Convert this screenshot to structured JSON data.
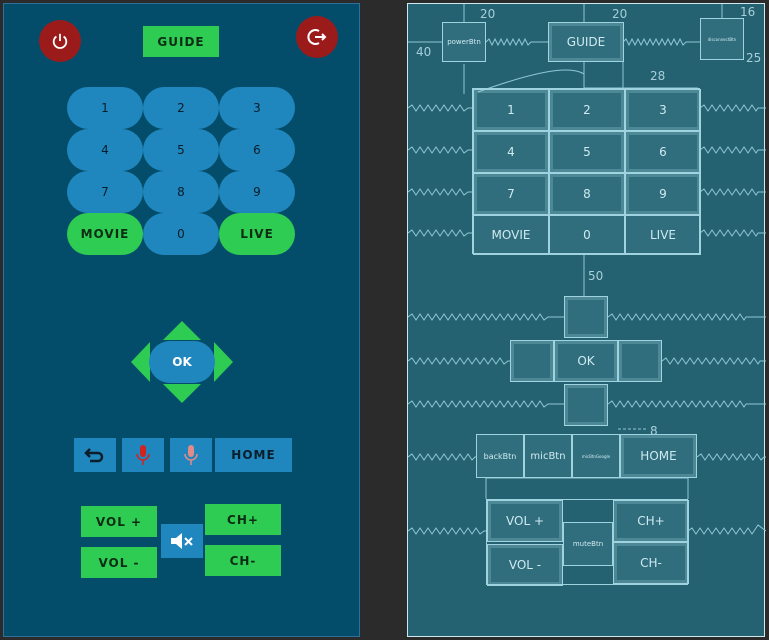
{
  "remote": {
    "guide_label": "GUIDE",
    "keypad": [
      "1",
      "2",
      "3",
      "4",
      "5",
      "6",
      "7",
      "8",
      "9",
      "MOVIE",
      "0",
      "LIVE"
    ],
    "ok_label": "OK",
    "home_label": "HOME",
    "vol_up_label": "VOL +",
    "vol_down_label": "VOL -",
    "ch_up_label": "CH+",
    "ch_down_label": "CH-"
  },
  "blueprint": {
    "power_label": "powerBtn",
    "guide_label": "GUIDE",
    "top_right_label": "disconnectBtn",
    "keypad": [
      "1",
      "2",
      "3",
      "4",
      "5",
      "6",
      "7",
      "8",
      "9",
      "MOVIE",
      "0",
      "LIVE"
    ],
    "ok_label": "OK",
    "back_label": "backBtn",
    "mic_label": "micBtn",
    "mic2_label": "micBtnGoogle",
    "home_label": "HOME",
    "vol_up_label": "VOL +",
    "vol_down_label": "VOL -",
    "mute_label": "muteBtn",
    "ch_up_label": "CH+",
    "ch_down_label": "CH-",
    "dims": {
      "d20a": "20",
      "d20b": "20",
      "d16": "16",
      "d40": "40",
      "d25": "25",
      "d28": "28",
      "d50": "50",
      "d8": "8"
    }
  },
  "colors": {
    "panel_bg": "#034d6b",
    "accent_green": "#2ecc52",
    "accent_blue": "#1f87bd",
    "power_red": "#9b1b1b",
    "blueprint_bg": "#246272"
  },
  "icons": [
    "power-icon",
    "exit-icon",
    "back-arrow-icon",
    "mic-icon",
    "mute-icon",
    "dpad-up-arrow",
    "dpad-down-arrow",
    "dpad-left-arrow",
    "dpad-right-arrow"
  ]
}
